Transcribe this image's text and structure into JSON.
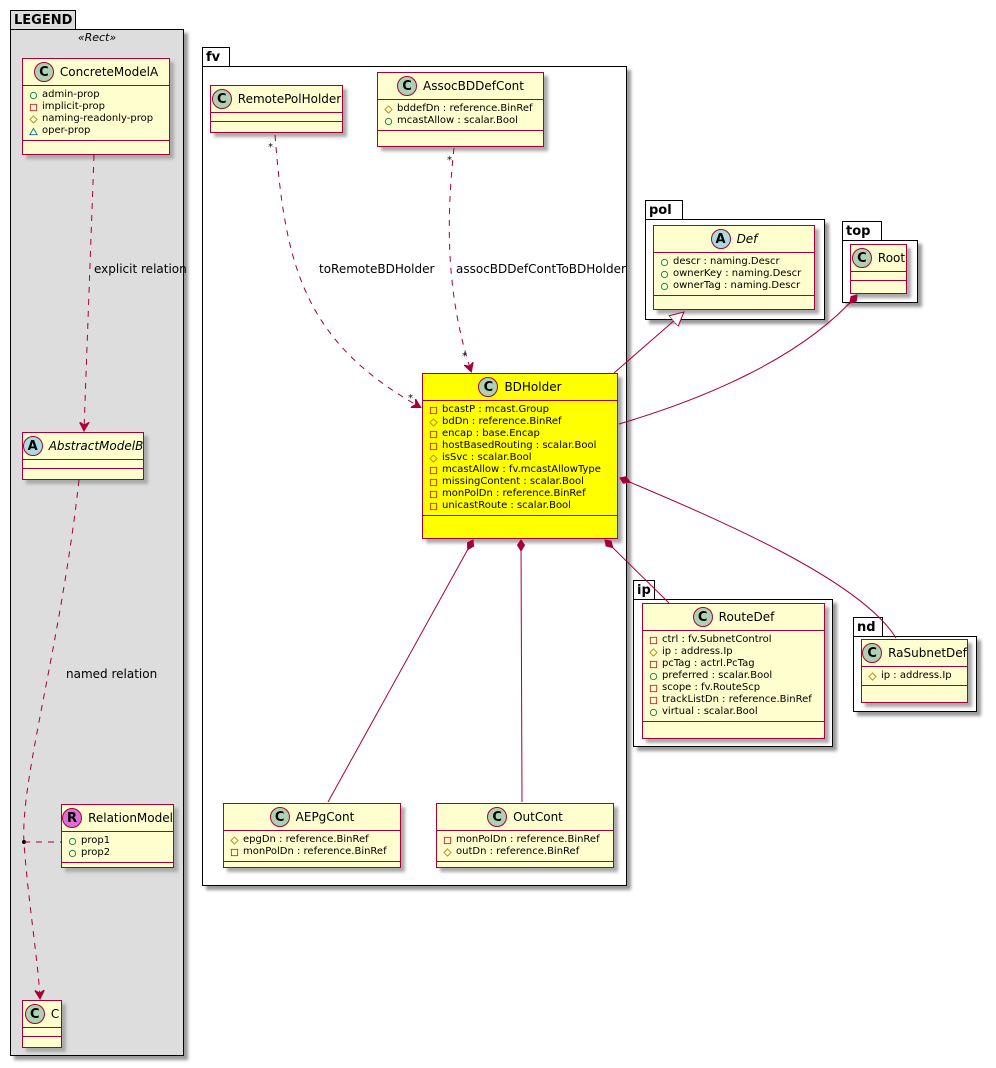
{
  "packages": {
    "legend": {
      "name": "LEGEND",
      "stereotype": "«Rect»"
    },
    "fv": {
      "name": "fv"
    },
    "pol": {
      "name": "pol"
    },
    "top": {
      "name": "top"
    },
    "ip": {
      "name": "ip"
    },
    "nd": {
      "name": "nd"
    }
  },
  "colors": {
    "class_fill": "#FEFECE",
    "class_border": "#A80036",
    "highlight_fill": "#FFFF00",
    "legend_bg": "#DDDDDD",
    "badge_class": "#ADD1B2",
    "badge_abstract": "#A9DCDF",
    "badge_relation": "#DA70D6"
  },
  "visibility_legend": {
    "public": "circle (green)",
    "private": "square (red)",
    "protected": "diamond (yellow)",
    "package": "triangle (blue)"
  },
  "classes": {
    "concreteModelA": {
      "name": "ConcreteModelA",
      "badge": "C",
      "attrs": [
        {
          "vis": "public",
          "text": "admin-prop"
        },
        {
          "vis": "private",
          "text": "implicit-prop"
        },
        {
          "vis": "protected",
          "text": "naming-readonly-prop"
        },
        {
          "vis": "package",
          "text": "oper-prop"
        }
      ]
    },
    "abstractModelB": {
      "name": "AbstractModelB",
      "badge": "A",
      "attrs": []
    },
    "relationModel": {
      "name": "RelationModel",
      "badge": "R",
      "attrs": [
        {
          "vis": "public",
          "text": "prop1"
        },
        {
          "vis": "public",
          "text": "prop2"
        }
      ]
    },
    "c": {
      "name": "C",
      "badge": "C",
      "attrs": []
    },
    "remotePolHolder": {
      "name": "RemotePolHolder",
      "badge": "C",
      "attrs": []
    },
    "assocBDDefCont": {
      "name": "AssocBDDefCont",
      "badge": "C",
      "attrs": [
        {
          "vis": "protected",
          "text": "bddefDn : reference.BinRef"
        },
        {
          "vis": "public",
          "text": "mcastAllow : scalar.Bool"
        }
      ]
    },
    "bdHolder": {
      "name": "BDHolder",
      "badge": "C",
      "attrs": [
        {
          "vis": "private",
          "text": "bcastP : mcast.Group"
        },
        {
          "vis": "protected",
          "text": "bdDn : reference.BinRef"
        },
        {
          "vis": "private",
          "text": "encap : base.Encap"
        },
        {
          "vis": "private",
          "text": "hostBasedRouting : scalar.Bool"
        },
        {
          "vis": "protected",
          "text": "isSvc : scalar.Bool"
        },
        {
          "vis": "private",
          "text": "mcastAllow : fv.mcastAllowType"
        },
        {
          "vis": "private",
          "text": "missingContent : scalar.Bool"
        },
        {
          "vis": "private",
          "text": "monPolDn : reference.BinRef"
        },
        {
          "vis": "private",
          "text": "unicastRoute : scalar.Bool"
        }
      ]
    },
    "aepgCont": {
      "name": "AEPgCont",
      "badge": "C",
      "attrs": [
        {
          "vis": "protected",
          "text": "epgDn : reference.BinRef"
        },
        {
          "vis": "private",
          "text": "monPolDn : reference.BinRef"
        }
      ]
    },
    "outCont": {
      "name": "OutCont",
      "badge": "C",
      "attrs": [
        {
          "vis": "private",
          "text": "monPolDn : reference.BinRef"
        },
        {
          "vis": "protected",
          "text": "outDn : reference.BinRef"
        }
      ]
    },
    "def": {
      "name": "Def",
      "badge": "A",
      "attrs": [
        {
          "vis": "public",
          "text": "descr : naming.Descr"
        },
        {
          "vis": "public",
          "text": "ownerKey : naming.Descr"
        },
        {
          "vis": "public",
          "text": "ownerTag : naming.Descr"
        }
      ]
    },
    "root": {
      "name": "Root",
      "badge": "C",
      "attrs": []
    },
    "routeDef": {
      "name": "RouteDef",
      "badge": "C",
      "attrs": [
        {
          "vis": "private",
          "text": "ctrl : fv.SubnetControl"
        },
        {
          "vis": "protected",
          "text": "ip : address.Ip"
        },
        {
          "vis": "private",
          "text": "pcTag : actrl.PcTag"
        },
        {
          "vis": "public",
          "text": "preferred : scalar.Bool"
        },
        {
          "vis": "private",
          "text": "scope : fv.RouteScp"
        },
        {
          "vis": "private",
          "text": "trackListDn : reference.BinRef"
        },
        {
          "vis": "public",
          "text": "virtual : scalar.Bool"
        }
      ]
    },
    "raSubnetDef": {
      "name": "RaSubnetDef",
      "badge": "C",
      "attrs": [
        {
          "vis": "protected",
          "text": "ip : address.Ip"
        }
      ]
    }
  },
  "edges": {
    "explicit": {
      "label": "explicit relation",
      "from": "ConcreteModelA",
      "to": "AbstractModelB",
      "kind": "dependency"
    },
    "named": {
      "label": "named relation",
      "from": "AbstractModelB",
      "to": "C",
      "kind": "dependency",
      "association_class": "RelationModel"
    },
    "toRemote": {
      "label": "toRemoteBDHolder",
      "from": "RemotePolHolder",
      "to": "BDHolder",
      "kind": "dependency",
      "from_mult": "*",
      "to_mult": "*"
    },
    "assoc": {
      "label": "assocBDDefContToBDHolder",
      "from": "AssocBDDefCont",
      "to": "BDHolder",
      "kind": "dependency",
      "from_mult": "*",
      "to_mult": "*"
    },
    "inherit": {
      "from": "BDHolder",
      "to": "Def",
      "kind": "generalization"
    },
    "rootComp": {
      "from": "Root",
      "to": "BDHolder",
      "kind": "composition"
    },
    "aepgComp": {
      "from": "BDHolder",
      "to": "AEPgCont",
      "kind": "composition"
    },
    "outComp": {
      "from": "BDHolder",
      "to": "OutCont",
      "kind": "composition"
    },
    "routeComp": {
      "from": "BDHolder",
      "to": "RouteDef",
      "kind": "composition"
    },
    "raComp": {
      "from": "BDHolder",
      "to": "RaSubnetDef",
      "kind": "composition"
    }
  }
}
